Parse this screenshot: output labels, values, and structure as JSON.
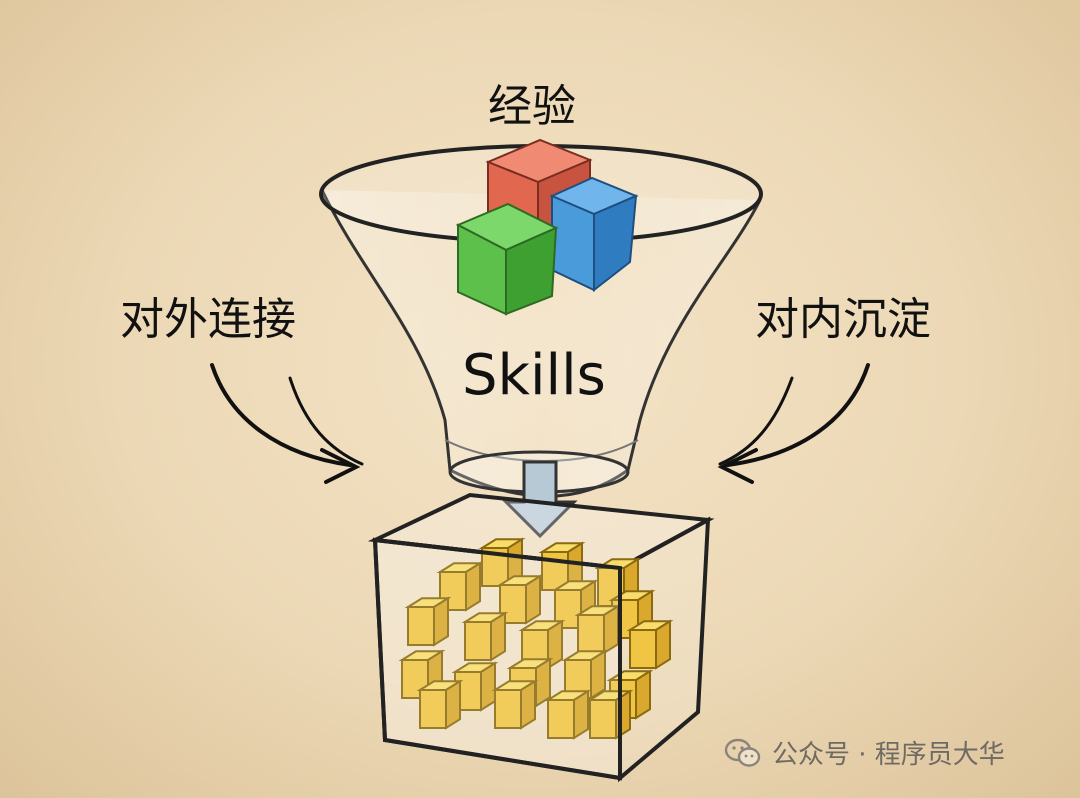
{
  "diagram": {
    "top_label": "经验",
    "left_label": "对外连接",
    "right_label": "对内沉淀",
    "funnel_label": "Skills",
    "colors": {
      "red_cube": "#e8715a",
      "blue_cube": "#4a9bd9",
      "green_cube": "#5cc04a",
      "gold_cube": "#f1c544",
      "arrow": "#b8c9d6",
      "outline": "#222222"
    },
    "icons": [
      "funnel",
      "box",
      "arrow-down",
      "curved-arrow-left",
      "curved-arrow-right",
      "wechat-icon"
    ]
  },
  "watermark": {
    "text": "公众号 · 程序员大华"
  }
}
